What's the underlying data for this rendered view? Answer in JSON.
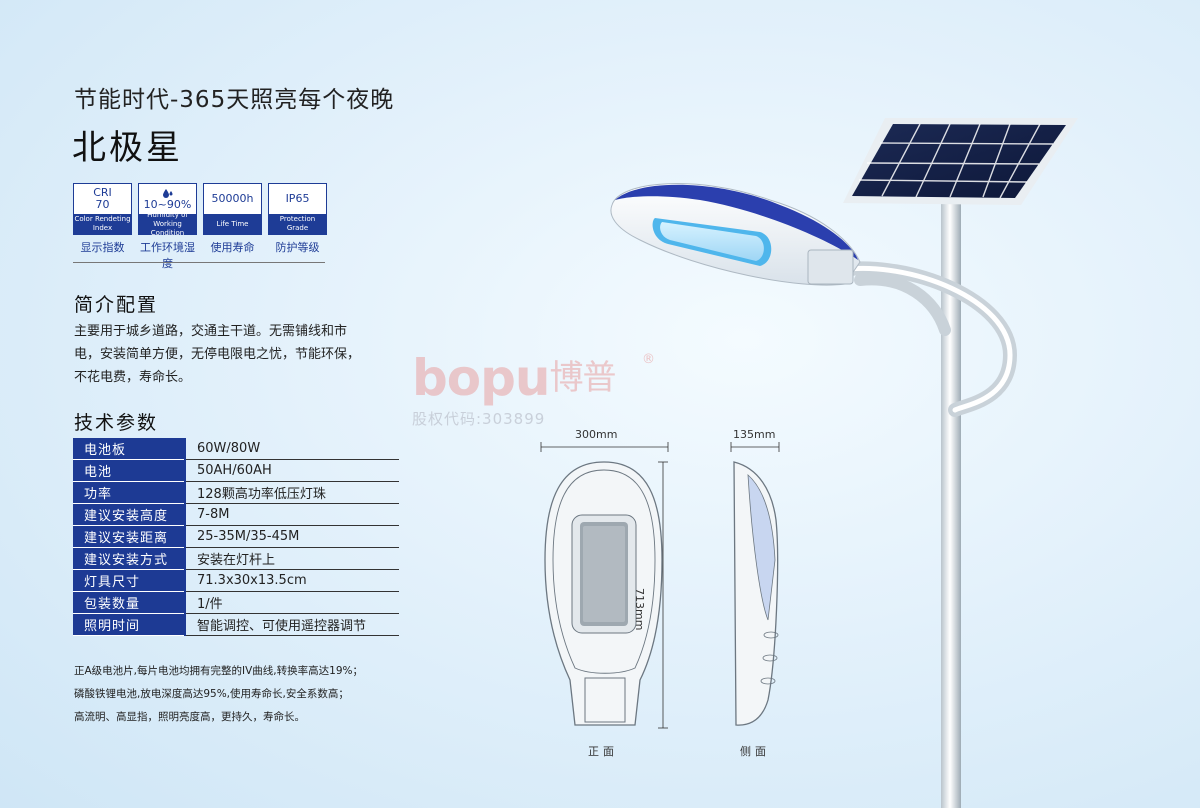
{
  "header": {
    "subtitle": "节能时代-365天照亮每个夜晚",
    "title": "北极星"
  },
  "spec_icons": [
    {
      "top_line1": "CRI",
      "top_line2": "70",
      "bottom": "Color Rendeting Index",
      "label": "显示指数"
    },
    {
      "top_line1": "10~90%",
      "top_line2": "",
      "bottom": "Humidity of Working Condition",
      "label": "工作环境湿度",
      "icon": "droplet-icon"
    },
    {
      "top_line1": "50000h",
      "top_line2": "",
      "bottom": "Life Time",
      "label": "使用寿命"
    },
    {
      "top_line1": "IP65",
      "top_line2": "",
      "bottom": "Protection Grade",
      "label": "防护等级"
    }
  ],
  "intro": {
    "heading": "简介配置",
    "text": "主要用于城乡道路，交通主干道。无需铺线和市电，安装简单方便，无停电限电之忧，节能环保，不花电费，寿命长。"
  },
  "params": {
    "heading": "技术参数",
    "rows": [
      {
        "key": "电池板",
        "value": "60W/80W"
      },
      {
        "key": "电池",
        "value": "50AH/60AH"
      },
      {
        "key": "功率",
        "value": "128颗高功率低压灯珠"
      },
      {
        "key": "建议安装高度",
        "value": "7-8M"
      },
      {
        "key": "建议安装距离",
        "value": "25-35M/35-45M"
      },
      {
        "key": "建议安装方式",
        "value": "安装在灯杆上"
      },
      {
        "key": "灯具尺寸",
        "value": "71.3x30x13.5cm"
      },
      {
        "key": "包装数量",
        "value": "1/件"
      },
      {
        "key": "照明时间",
        "value": "智能调控、可使用遥控器调节"
      }
    ]
  },
  "notes": [
    "正A级电池片,每片电池均拥有完整的IV曲线,转换率高达19%；",
    "磷酸铁锂电池,放电深度高达95%,使用寿命长,安全系数高；",
    "高流明、高显指，照明亮度高，更持久，寿命长。"
  ],
  "watermark": {
    "brand_en": "bopu",
    "brand_cn": "博普",
    "reg": "®",
    "code": "股权代码:303899"
  },
  "drawing": {
    "width_front": "300mm",
    "width_side": "135mm",
    "height": "713mm",
    "front_label": "正面",
    "side_label": "侧面"
  },
  "colors": {
    "brand_blue": "#1d3a94",
    "background": "#dcedf8",
    "watermark": "#e8a0a0"
  }
}
